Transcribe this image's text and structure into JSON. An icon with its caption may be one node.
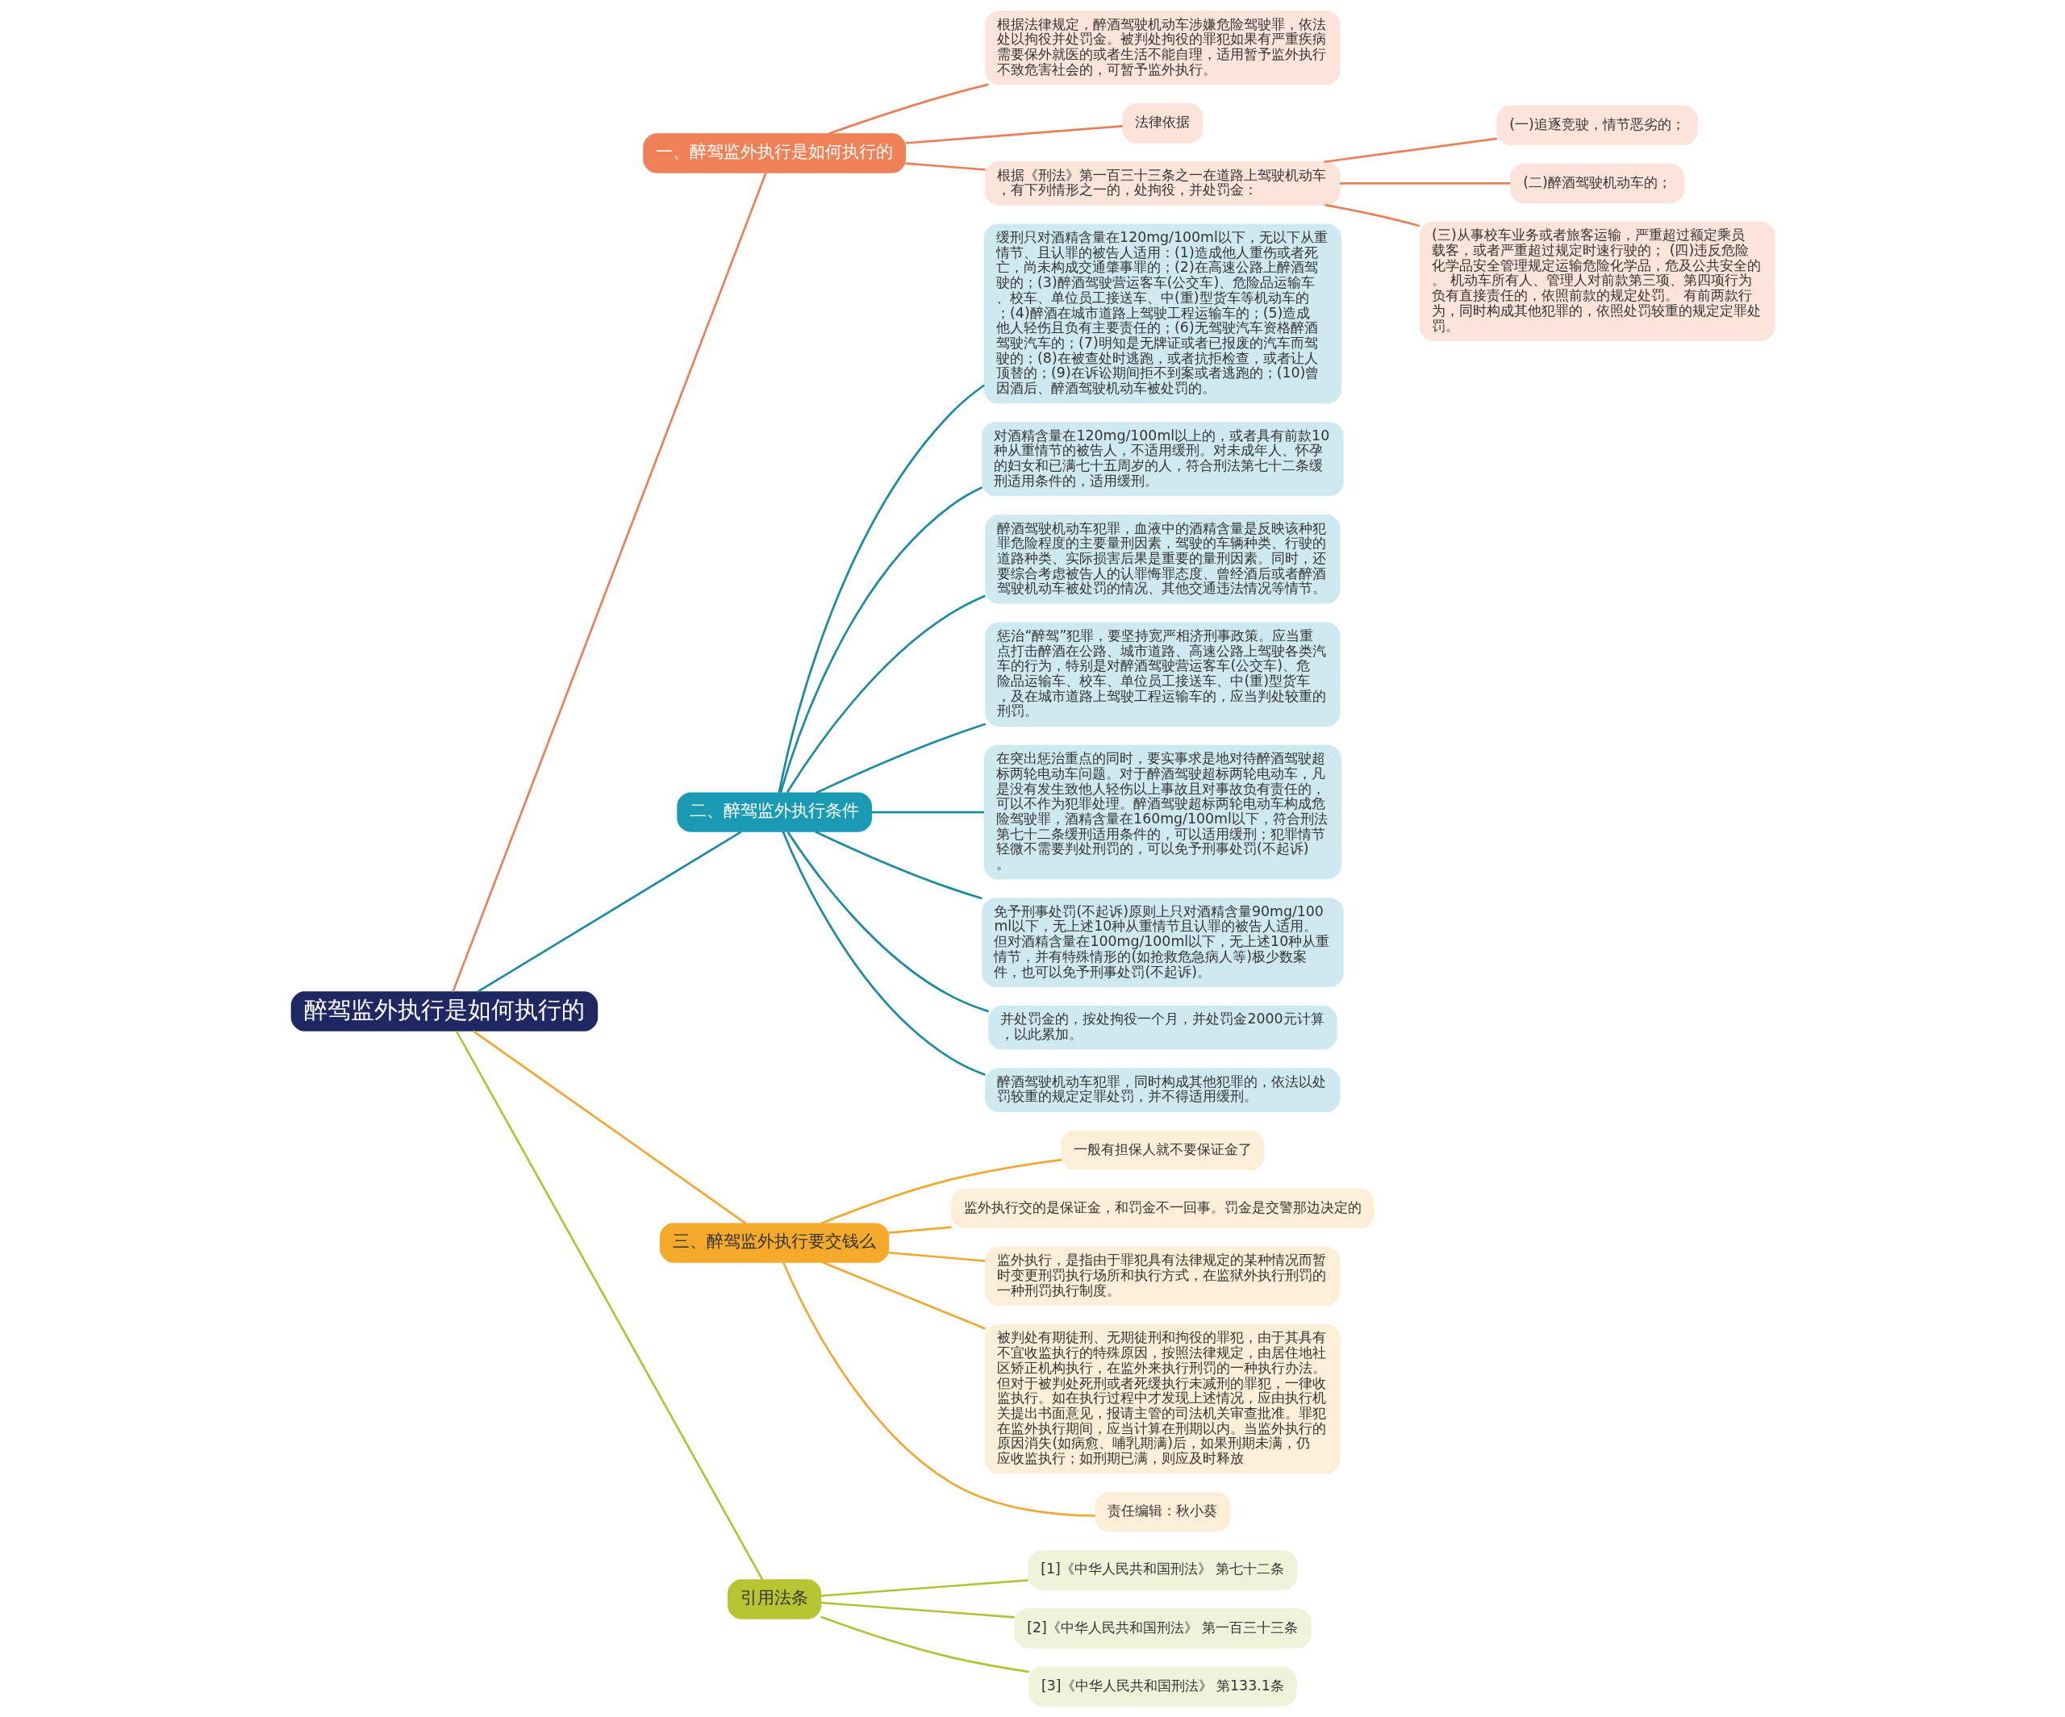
{
  "diagram": {
    "nodes": [
      {
        "text": [
          "醉驾监外执行是如何执行的"
        ]
      },
      {
        "text": [
          "一、醉驾监外执行是如何执行的"
        ]
      },
      {
        "text": [
          "根据法律规定，醉酒驾驶机动车涉嫌危险驾驶罪，依法处以拘役并处罚金。被判处拘役的罪犯如果有严重疾病需要保外就医的或者生活不能自理，适用暂予监外执行不致危害社会的，可暂予监外执行。"
        ]
      },
      {
        "text": [
          "法律依据"
        ]
      },
      {
        "text": [
          "根据《刑法》第一百三十三条之一在道路上驾驶机动车，有下列情形之一的，处拘役，并处罚金："
        ]
      },
      {
        "text": [
          "(一)追逐竞驶，情节恶劣的；"
        ]
      },
      {
        "text": [
          "(二)醉酒驾驶机动车的；"
        ]
      },
      {
        "text": [
          "(三)从事校车业务或者旅客运输，严重超过额定乘员载客，或者严重超过规定时速行驶的； (四)违反危险化学品安全管理规定运输危险化学品，危及公共安全的。 机动车所有人、管理人对前款第三项、第四项行为负有直接责任的，依照前款的规定处罚。 有前两款行为，同时构成其他犯罪的，依照处罚较重的规定定罪处罚。"
        ]
      },
      {
        "text": [
          "二、醉驾监外执行条件"
        ]
      },
      {
        "text": [
          "缓刑只对酒精含量在120mg/100ml以下，无以下从重情节、且认罪的被告人适用：(1)造成他人重伤或者死亡，尚未构成交通肇事罪的；(2)在高速公路上醉酒驾驶的；(3)醉酒驾驶营运客车(公交车)、危险品运输车、校车、单位员工接送车、中(重)型货车等机动车的；(4)醉酒在城市道路上驾驶工程运输车的；(5)造成他人轻伤且负有主要责任的；(6)无驾驶汽车资格醉酒驾驶汽车的；(7)明知是无牌证或者已报废的汽车而驾驶的；(8)在被查处时逃跑，或者抗拒检查，或者让人顶替的；(9)在诉讼期间拒不到案或者逃跑的；(10)曾因酒后、醉酒驾驶机动车被处罚的。"
        ]
      },
      {
        "text": [
          "对酒精含量在120mg/100ml以上的，或者具有前款10种从重情节的被告人，不适用缓刑。对未成年人、怀孕的妇女和已满七十五周岁的人，符合刑法第七十二条缓刑适用条件的，适用缓刑。"
        ]
      },
      {
        "text": [
          "醉酒驾驶机动车犯罪，血液中的酒精含量是反映该种犯罪危险程度的主要量刑因素，驾驶的车辆种类、行驶的道路种类、实际损害后果是重要的量刑因素。同时，还要综合考虑被告人的认罪悔罪态度、曾经酒后或者醉酒驾驶机动车被处罚的情况、其他交通违法情况等情节。"
        ]
      },
      {
        "text": [
          "惩治“醉驾”犯罪，要坚持宽严相济刑事政策。应当重点打击醉酒在公路、城市道路、高速公路上驾驶各类汽车的行为，特别是对醉酒驾驶营运客车(公交车)、危险品运输车、校车、单位员工接送车、中(重)型货车，及在城市道路上驾驶工程运输车的，应当判处较重的刑罚。"
        ]
      },
      {
        "text": [
          "在突出惩治重点的同时，要实事求是地对待醉酒驾驶超标两轮电动车问题。对于醉酒驾驶超标两轮电动车，凡是没有发生致他人轻伤以上事故且对事故负有责任的，可以不作为犯罪处理。醉酒驾驶超标两轮电动车构成危险驾驶罪，酒精含量在160mg/100ml以下，符合刑法第七十二条缓刑适用条件的，可以适用缓刑；犯罪情节轻微不需要判处刑罚的，可以免予刑事处罚(不起诉)。"
        ]
      },
      {
        "text": [
          "免予刑事处罚(不起诉)原则上只对酒精含量90mg/100ml以下，无上述10种从重情节且认罪的被告人适用。但对酒精含量在100mg/100ml以下，无上述10种从重情节，并有特殊情形的(如抢救危急病人等)极少数案件，也可以免予刑事处罚(不起诉)。"
        ]
      },
      {
        "text": [
          "并处罚金的，按处拘役一个月，并处罚金2000元计算，以此累加。"
        ]
      },
      {
        "text": [
          "醉酒驾驶机动车犯罪，同时构成其他犯罪的，依法以处罚较重的规定定罪处罚，并不得适用缓刑。"
        ]
      },
      {
        "text": [
          "三、醉驾监外执行要交钱么"
        ]
      },
      {
        "text": [
          "一般有担保人就不要保证金了"
        ]
      },
      {
        "text": [
          "监外执行交的是保证金，和罚金不一回事。罚金是交警那边决定的"
        ]
      },
      {
        "text": [
          "监外执行，是指由于罪犯具有法律规定的某种情况而暂时变更刑罚执行场所和执行方式，在监狱外执行刑罚的一种刑罚执行制度。"
        ]
      },
      {
        "text": [
          "被判处有期徒刑、无期徒刑和拘役的罪犯，由于其具有不宜收监执行的特殊原因，按照法律规定，由居住地社区矫正机构执行，在监外来执行刑罚的一种执行办法。但对于被判处死刑或者死缓执行未减刑的罪犯，一律收监执行。如在执行过程中才发现上述情况，应由执行机关提出书面意见，报请主管的司法机关审查批准。罪犯在监外执行期间，应当计算在刑期以内。当监外执行的原因消失(如病愈、哺乳期满)后，如果刑期未满，仍应收监执行；如刑期已满，则应及时释放"
        ]
      },
      {
        "text": [
          "责任编辑：秋小葵"
        ]
      },
      {
        "text": [
          "引用法条"
        ]
      },
      {
        "text": [
          "[1]《中华人民共和国刑法》 第七十二条"
        ]
      },
      {
        "text": [
          "[2]《中华人民共和国刑法》 第一百三十三条"
        ]
      },
      {
        "text": [
          "[3]《中华人民共和国刑法》 第133.1条"
        ]
      }
    ],
    "edges": [
      {
        "from": 0,
        "to": 1,
        "arrow": "none",
        "color": "#e8805a"
      },
      {
        "from": 1,
        "to": 2,
        "arrow": "none",
        "color": "#e8805a"
      },
      {
        "from": 1,
        "to": 3,
        "arrow": "none",
        "color": "#e8805a"
      },
      {
        "from": 1,
        "to": 4,
        "arrow": "none",
        "color": "#e8805a"
      },
      {
        "from": 4,
        "to": 5,
        "arrow": "none",
        "color": "#e8805a"
      },
      {
        "from": 4,
        "to": 6,
        "arrow": "none",
        "color": "#e8805a"
      },
      {
        "from": 4,
        "to": 7,
        "arrow": "none",
        "color": "#e8805a"
      },
      {
        "from": 0,
        "to": 8,
        "arrow": "none",
        "color": "#1a8aa5"
      },
      {
        "from": 8,
        "to": 9,
        "arrow": "none",
        "color": "#1a8aa5"
      },
      {
        "from": 8,
        "to": 10,
        "arrow": "none",
        "color": "#1a8aa5"
      },
      {
        "from": 8,
        "to": 11,
        "arrow": "none",
        "color": "#1a8aa5"
      },
      {
        "from": 8,
        "to": 12,
        "arrow": "none",
        "color": "#1a8aa5"
      },
      {
        "from": 8,
        "to": 13,
        "arrow": "none",
        "color": "#1a8aa5"
      },
      {
        "from": 8,
        "to": 14,
        "arrow": "none",
        "color": "#1a8aa5"
      },
      {
        "from": 8,
        "to": 15,
        "arrow": "none",
        "color": "#1a8aa5"
      },
      {
        "from": 8,
        "to": 16,
        "arrow": "none",
        "color": "#1a8aa5"
      },
      {
        "from": 0,
        "to": 17,
        "arrow": "none",
        "color": "#f0a832"
      },
      {
        "from": 17,
        "to": 18,
        "arrow": "none",
        "color": "#f0a832"
      },
      {
        "from": 17,
        "to": 19,
        "arrow": "none",
        "color": "#f0a832"
      },
      {
        "from": 17,
        "to": 20,
        "arrow": "none",
        "color": "#f0a832"
      },
      {
        "from": 17,
        "to": 21,
        "arrow": "none",
        "color": "#f0a832"
      },
      {
        "from": 17,
        "to": 22,
        "arrow": "none",
        "color": "#f0a832"
      },
      {
        "from": 0,
        "to": 23,
        "arrow": "none",
        "color": "#b3c234"
      },
      {
        "from": 23,
        "to": 24,
        "arrow": "none",
        "color": "#b3c234"
      },
      {
        "from": 23,
        "to": 25,
        "arrow": "none",
        "color": "#b3c234"
      },
      {
        "from": 23,
        "to": 26,
        "arrow": "none",
        "color": "#b3c234"
      }
    ]
  }
}
